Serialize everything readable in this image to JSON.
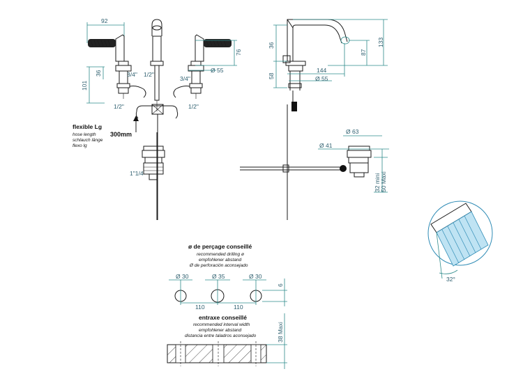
{
  "front_view": {
    "dim_92": "92",
    "dim_76": "76",
    "dim_101": "101",
    "dim_36": "36",
    "dim_55": "Ø 55",
    "thread_left": "3/4\"",
    "thread_right": "3/4\"",
    "half_inch_center": "1/2\"",
    "half_inch_left": "1/2\"",
    "half_inch_right": "1/2\"",
    "flexible_title": "flexible Lg",
    "flexible_en": "hose length",
    "flexible_de": "schlauch länge",
    "flexible_es": "flexo lg",
    "hose_length": "300mm",
    "waste_thread": "1\"1/4"
  },
  "side_view": {
    "dim_133": "133",
    "dim_87": "87",
    "dim_36": "36",
    "dim_58": "58",
    "dim_144": "144",
    "dim_55": "Ø 55",
    "dim_63": "Ø 63",
    "dim_41": "Ø 41",
    "dim_32": "32 mini",
    "dim_50": "50 Maxi"
  },
  "spray_angle": "32°",
  "drilling": {
    "title": "ø de perçage conseillé",
    "en": "recommended drilling ø",
    "de": "empfohlener abstand",
    "es": "Ø de perforación aconsejado",
    "hole_left": "Ø 30",
    "hole_center": "Ø 35",
    "hole_right": "Ø 30",
    "offset": "6",
    "spacing_left": "110",
    "spacing_right": "110"
  },
  "interval": {
    "title": "entraxe conseillé",
    "en": "recommended interval width",
    "de": "empfohlener abstand",
    "es": "distancia entre taladros aconsejado",
    "max_thickness": "38 Maxi"
  }
}
